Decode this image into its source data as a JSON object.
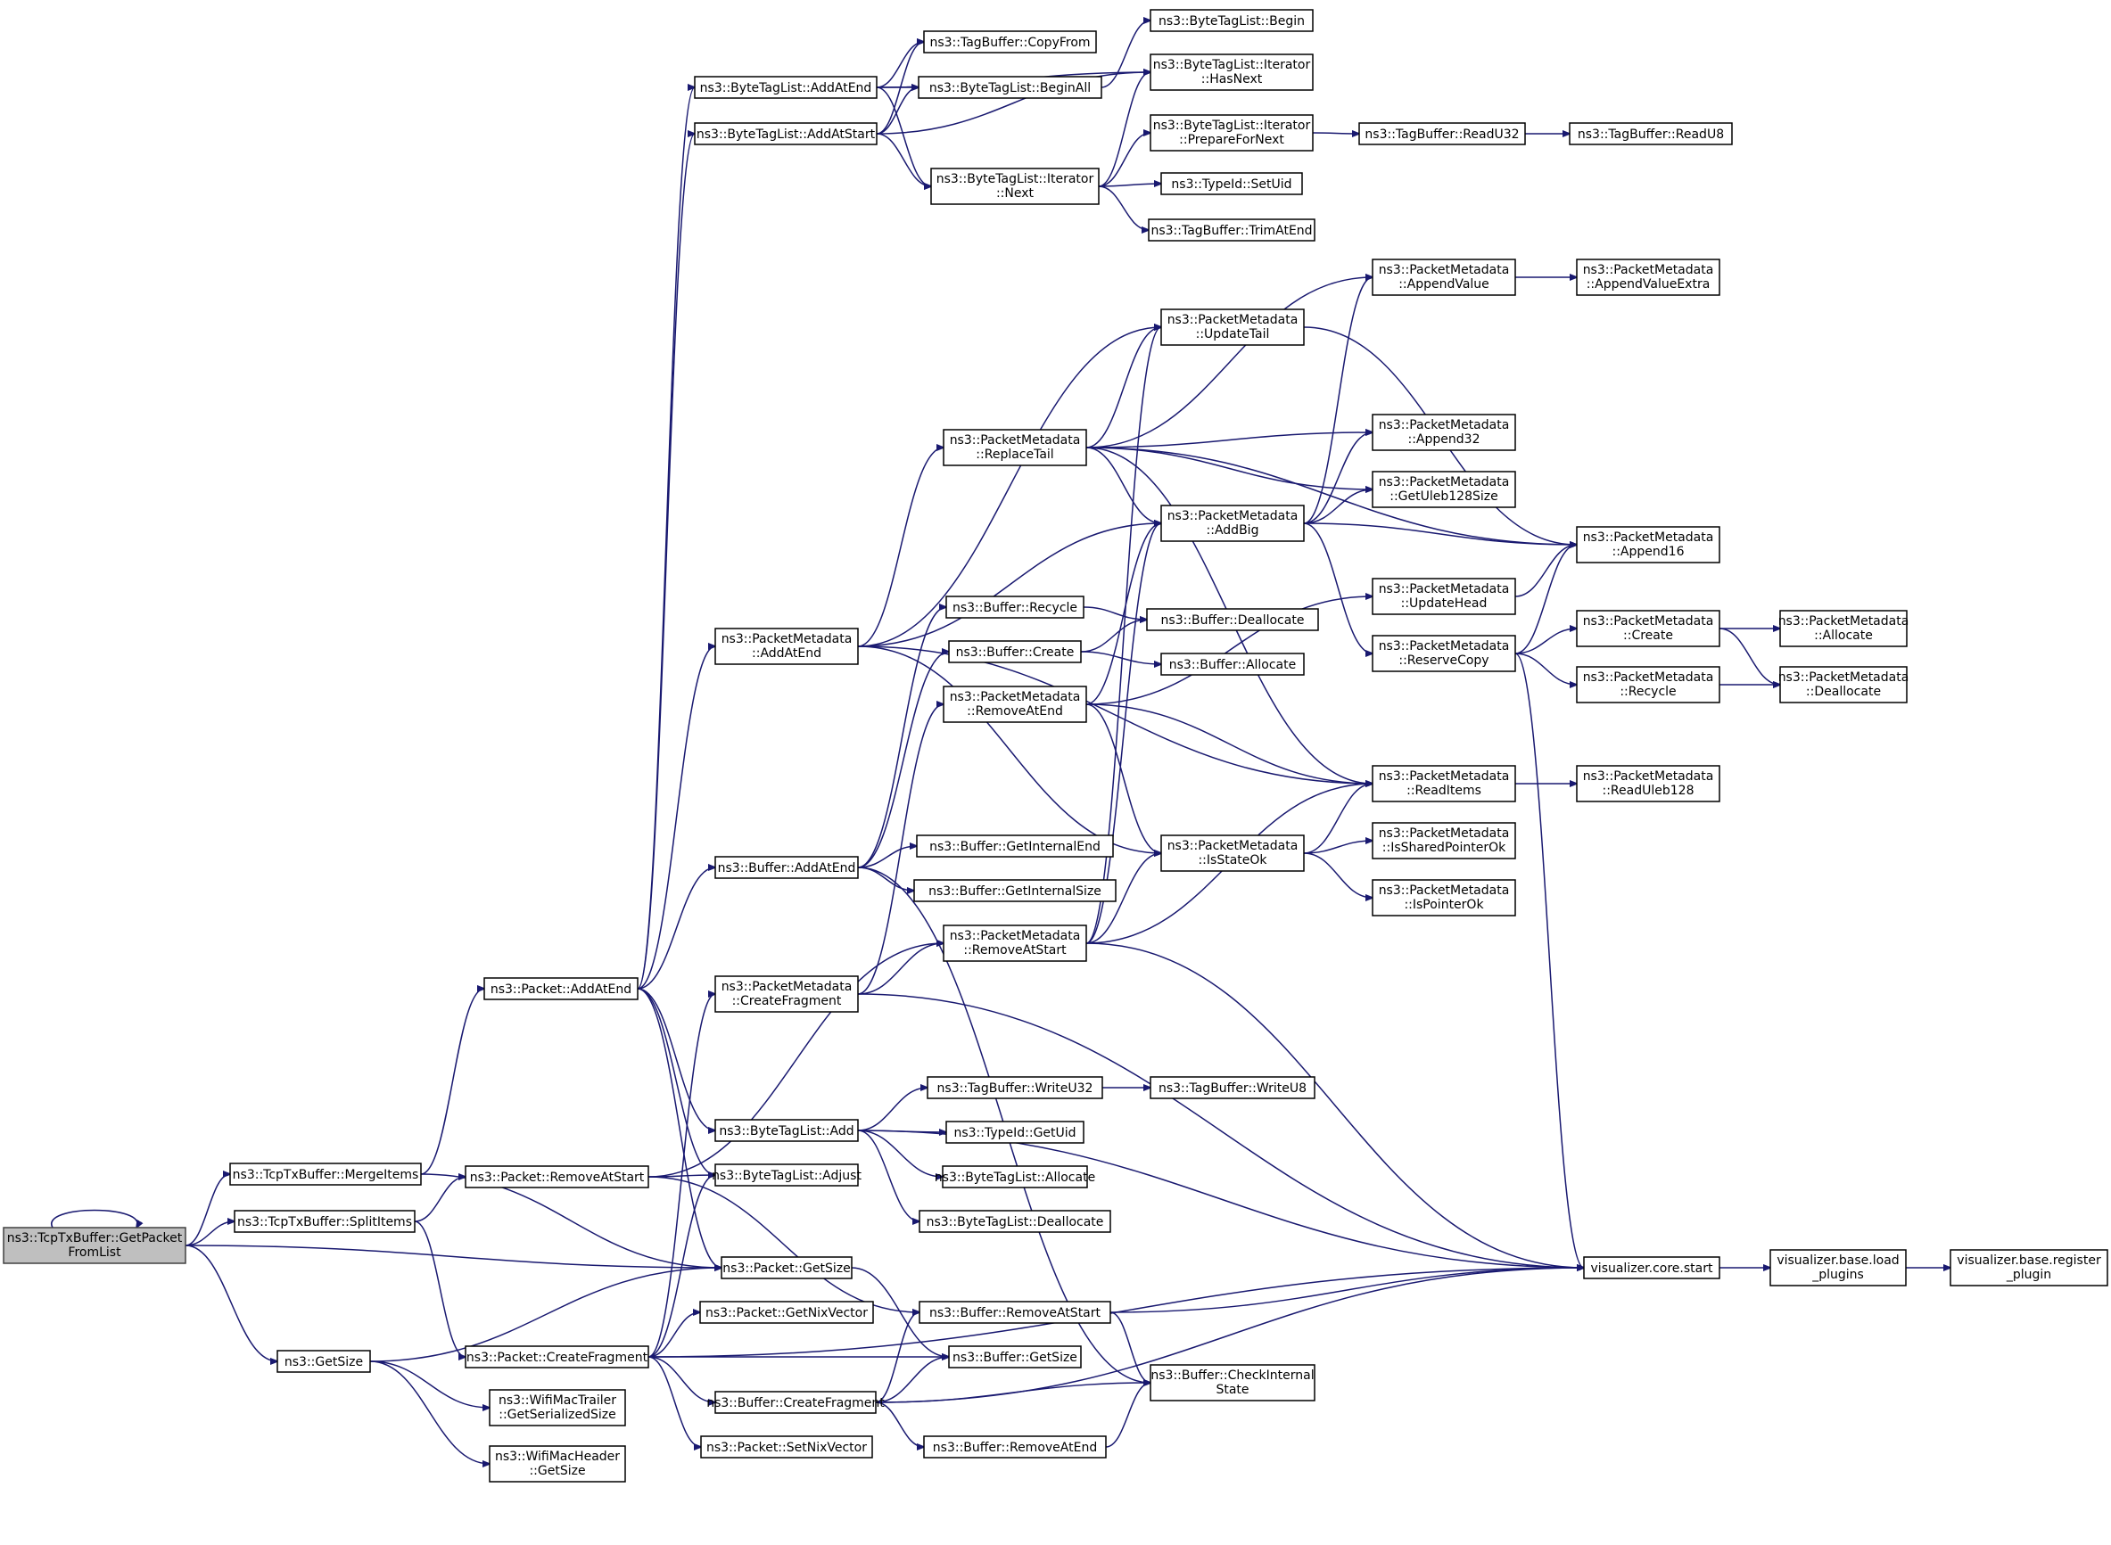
{
  "colors": {
    "edge": "#191970",
    "node_border": "#000000",
    "root_fill": "#bfbfbf",
    "node_fill": "#ffffff"
  },
  "nodes": {
    "getpacket": [
      "ns3::TcpTxBuffer::GetPacket",
      "FromList"
    ],
    "mergeitems": [
      "ns3::TcpTxBuffer::MergeItems"
    ],
    "splititems": [
      "ns3::TcpTxBuffer::SplitItems"
    ],
    "getsize_fn": [
      "ns3::GetSize"
    ],
    "packet_addatend": [
      "ns3::Packet::AddAtEnd"
    ],
    "packet_removeatstart": [
      "ns3::Packet::RemoveAtStart"
    ],
    "packet_createfragment": [
      "ns3::Packet::CreateFragment"
    ],
    "wifimactrailer_getserializedsize": [
      "ns3::WifiMacTrailer",
      "::GetSerializedSize"
    ],
    "wifimacheader_getsize": [
      "ns3::WifiMacHeader",
      "::GetSize"
    ],
    "bytetaglist_addatend": [
      "ns3::ByteTagList::AddAtEnd"
    ],
    "bytetaglist_addatstart": [
      "ns3::ByteTagList::AddAtStart"
    ],
    "packetmetadata_addatend": [
      "ns3::PacketMetadata",
      "::AddAtEnd"
    ],
    "buffer_addatend": [
      "ns3::Buffer::AddAtEnd"
    ],
    "packetmetadata_createfragment": [
      "ns3::PacketMetadata",
      "::CreateFragment"
    ],
    "bytetaglist_add": [
      "ns3::ByteTagList::Add"
    ],
    "bytetaglist_adjust": [
      "ns3::ByteTagList::Adjust"
    ],
    "packet_getsize": [
      "ns3::Packet::GetSize"
    ],
    "packet_getnixvector": [
      "ns3::Packet::GetNixVector"
    ],
    "buffer_createfragment": [
      "ns3::Buffer::CreateFragment"
    ],
    "packet_setnixvector": [
      "ns3::Packet::SetNixVector"
    ],
    "tagbuffer_copyfrom": [
      "ns3::TagBuffer::CopyFrom"
    ],
    "bytetaglist_beginall": [
      "ns3::ByteTagList::BeginAll"
    ],
    "iterator_next": [
      "ns3::ByteTagList::Iterator",
      "::Next"
    ],
    "packetmetadata_replacetail": [
      "ns3::PacketMetadata",
      "::ReplaceTail"
    ],
    "buffer_recycle": [
      "ns3::Buffer::Recycle"
    ],
    "buffer_create": [
      "ns3::Buffer::Create"
    ],
    "packetmetadata_removeatend": [
      "ns3::PacketMetadata",
      "::RemoveAtEnd"
    ],
    "buffer_getinternalend": [
      "ns3::Buffer::GetInternalEnd"
    ],
    "buffer_getinternalsize": [
      "ns3::Buffer::GetInternalSize"
    ],
    "packetmetadata_removeatstart": [
      "ns3::PacketMetadata",
      "::RemoveAtStart"
    ],
    "tagbuffer_writeu32": [
      "ns3::TagBuffer::WriteU32"
    ],
    "typeid_getuid": [
      "ns3::TypeId::GetUid"
    ],
    "bytetaglist_allocate": [
      "ns3::ByteTagList::Allocate"
    ],
    "bytetaglist_deallocate": [
      "ns3::ByteTagList::Deallocate"
    ],
    "buffer_removeatstart": [
      "ns3::Buffer::RemoveAtStart"
    ],
    "buffer_getsize": [
      "ns3::Buffer::GetSize"
    ],
    "buffer_removeatend": [
      "ns3::Buffer::RemoveAtEnd"
    ],
    "bytetaglist_begin": [
      "ns3::ByteTagList::Begin"
    ],
    "iterator_hasnext": [
      "ns3::ByteTagList::Iterator",
      "::HasNext"
    ],
    "iterator_prepare": [
      "ns3::ByteTagList::Iterator",
      "::PrepareForNext"
    ],
    "typeid_setuid": [
      "ns3::TypeId::SetUid"
    ],
    "tagbuffer_trimatend": [
      "ns3::TagBuffer::TrimAtEnd"
    ],
    "packetmetadata_updatetail": [
      "ns3::PacketMetadata",
      "::UpdateTail"
    ],
    "packetmetadata_addbig": [
      "ns3::PacketMetadata",
      "::AddBig"
    ],
    "buffer_deallocate": [
      "ns3::Buffer::Deallocate"
    ],
    "buffer_allocate": [
      "ns3::Buffer::Allocate"
    ],
    "packetmetadata_isstateok": [
      "ns3::PacketMetadata",
      "::IsStateOk"
    ],
    "tagbuffer_writeu8": [
      "ns3::TagBuffer::WriteU8"
    ],
    "buffer_checkinternalstate": [
      "ns3::Buffer::CheckInternal",
      "State"
    ],
    "tagbuffer_readu32": [
      "ns3::TagBuffer::ReadU32"
    ],
    "packetmetadata_appendvalue": [
      "ns3::PacketMetadata",
      "::AppendValue"
    ],
    "packetmetadata_append32": [
      "ns3::PacketMetadata",
      "::Append32"
    ],
    "packetmetadata_getuleb128size": [
      "ns3::PacketMetadata",
      "::GetUleb128Size"
    ],
    "packetmetadata_updatehead": [
      "ns3::PacketMetadata",
      "::UpdateHead"
    ],
    "packetmetadata_reservecopy": [
      "ns3::PacketMetadata",
      "::ReserveCopy"
    ],
    "packetmetadata_readitems": [
      "ns3::PacketMetadata",
      "::ReadItems"
    ],
    "packetmetadata_issharedpointerok": [
      "ns3::PacketMetadata",
      "::IsSharedPointerOk"
    ],
    "packetmetadata_ispointerok": [
      "ns3::PacketMetadata",
      "::IsPointerOk"
    ],
    "visualizer_core_start": [
      "visualizer.core.start"
    ],
    "tagbuffer_readu8": [
      "ns3::TagBuffer::ReadU8"
    ],
    "packetmetadata_appendvalueextra": [
      "ns3::PacketMetadata",
      "::AppendValueExtra"
    ],
    "packetmetadata_append16": [
      "ns3::PacketMetadata",
      "::Append16"
    ],
    "packetmetadata_create": [
      "ns3::PacketMetadata",
      "::Create"
    ],
    "packetmetadata_recycle": [
      "ns3::PacketMetadata",
      "::Recycle"
    ],
    "packetmetadata_readuleb128": [
      "ns3::PacketMetadata",
      "::ReadUleb128"
    ],
    "visualizer_base_load_plugins": [
      "visualizer.base.load",
      "_plugins"
    ],
    "packetmetadata_allocate": [
      "ns3::PacketMetadata",
      "::Allocate"
    ],
    "packetmetadata_deallocate": [
      "ns3::PacketMetadata",
      "::Deallocate"
    ],
    "visualizer_base_register_plugin": [
      "visualizer.base.register",
      "_plugin"
    ]
  }
}
